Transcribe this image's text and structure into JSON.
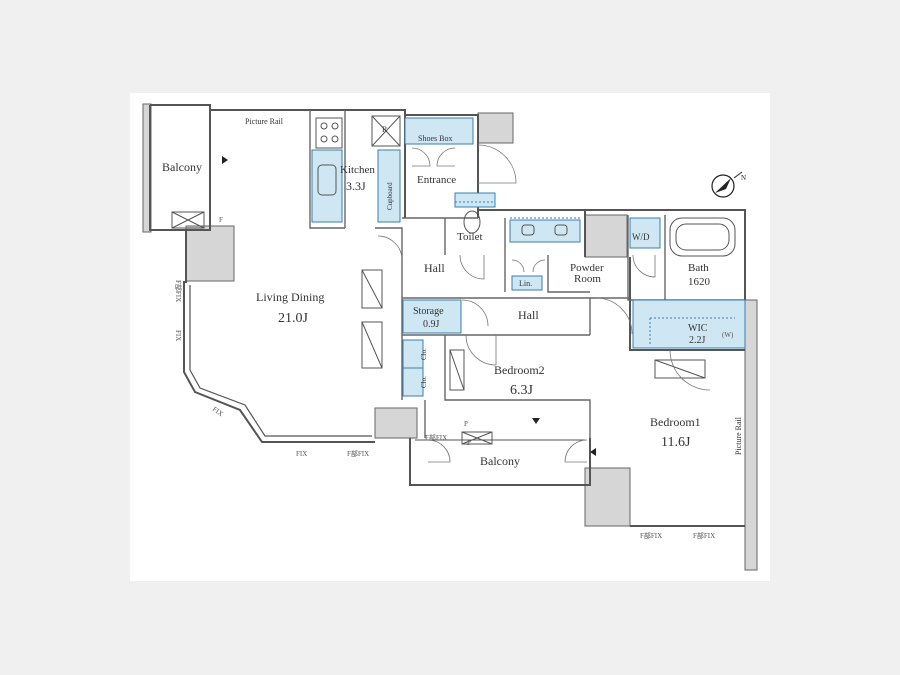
{
  "rooms": {
    "balcony_west": "Balcony",
    "picture_rail_top": "Picture Rail",
    "r_mark": "R",
    "shoe_box": "Shoes Box",
    "kitchen_name": "Kitchen",
    "kitchen_size": "3.3J",
    "cupboard": "Cupboard",
    "entrance": "Entrance",
    "toilet": "Toilet",
    "hall_upper": "Hall",
    "living_name": "Living Dining",
    "living_size": "21.0J",
    "powder_room_1": "Powder",
    "powder_room_2": "Room",
    "linen": "Lin.",
    "wd": "W/D",
    "bath_name": "Bath",
    "bath_size": "1620",
    "storage_name": "Storage",
    "storage_size": "0.9J",
    "hall_lower": "Hall",
    "wic_name": "WIC",
    "wic_size": "2.2J",
    "wic_w": "(W)",
    "clo_1": "Clo.",
    "clo_2": "Clo.",
    "bedroom2_name": "Bedroom2",
    "bedroom2_size": "6.3J",
    "bedroom1_name": "Bedroom1",
    "bedroom1_size": "11.6J",
    "picture_rail_right": "Picture Rail",
    "balcony_south": "Balcony",
    "p_mark_1": "P",
    "p_mark_2": "P"
  },
  "annotations": {
    "fix_vertical_1": "F部FIX",
    "fix_vertical_2": "FIX",
    "fix_diag": "FIX",
    "fix_bottom_1": "FIX",
    "fix_bottom_2": "F部FIX",
    "fix_balcony": "F部FIX",
    "fix_bed1_a": "F部FIX",
    "fix_bed1_b": "F部FIX",
    "f_mark": "F"
  },
  "colors": {
    "wall": "#555555",
    "storage_fill": "#cfe6f3",
    "storage_stroke": "#3a7fb0",
    "background": "#f0f0f0"
  }
}
